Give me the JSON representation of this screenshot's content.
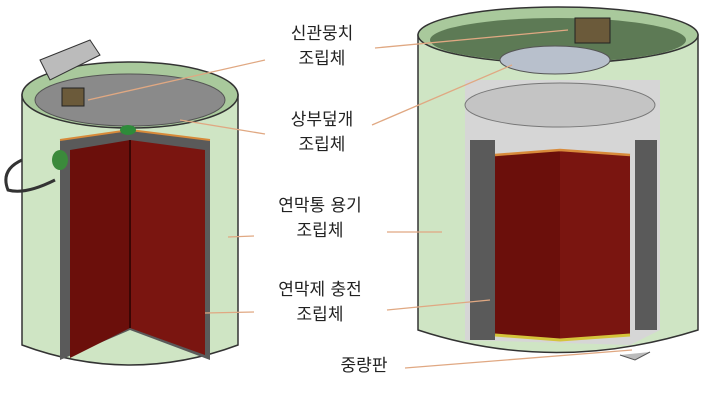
{
  "labels": [
    {
      "line1": "신관뭉치",
      "line2": "조립체"
    },
    {
      "line1": "상부덮개",
      "line2": "조립체"
    },
    {
      "line1": "연막통 용기",
      "line2": "조립체"
    },
    {
      "line1": "연막제 충전",
      "line2": "조립체"
    },
    {
      "line1": "중량판"
    }
  ],
  "colors": {
    "shell": "#cfe5c4",
    "charge": "#6b0f0b",
    "leader": "#e0a882"
  }
}
